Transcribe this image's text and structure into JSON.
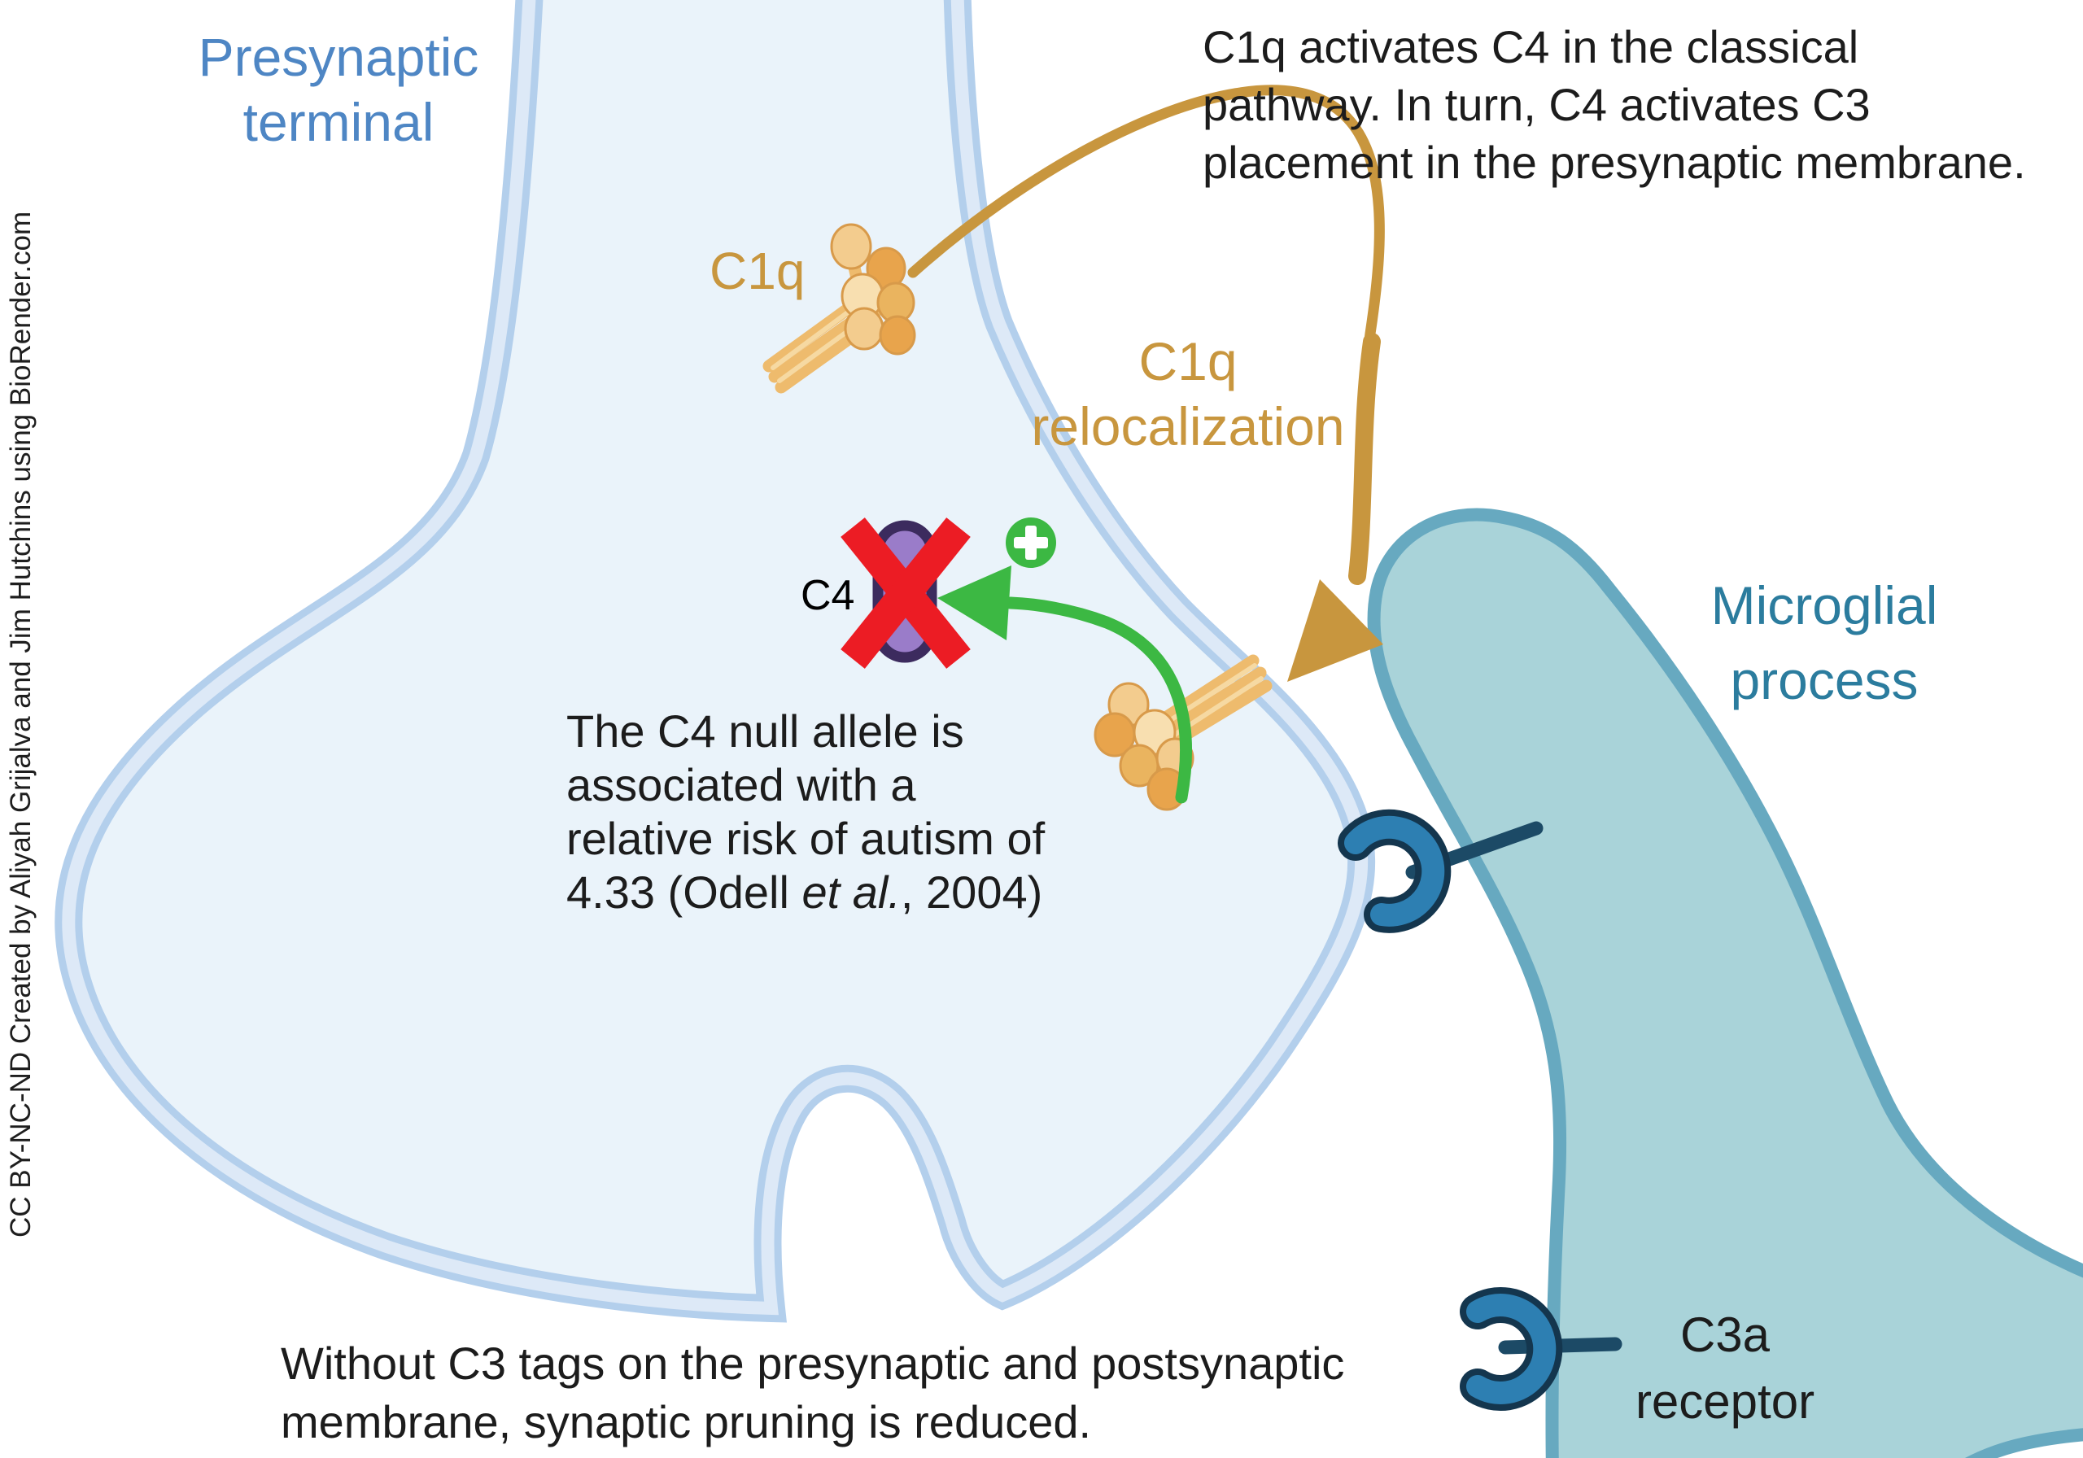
{
  "credit_text": "CC BY-NC-ND Created by Aliyah Grijalva and Jim Hutchins using BioRender.com",
  "labels": {
    "presynaptic_terminal": {
      "line1": "Presynaptic",
      "line2": "terminal"
    },
    "c1q": "C1q",
    "c1q_relocalization": {
      "line1": "C1q",
      "line2": "relocalization"
    },
    "microglial_process": {
      "line1": "Microglial",
      "line2": "process"
    },
    "c3a_receptor": {
      "line1": "C3a",
      "line2": "receptor"
    },
    "c4": "C4"
  },
  "annotations": {
    "classical_pathway": {
      "line1": "C1q activates C4 in the classical",
      "line2": "pathway. In turn, C4 activates C3",
      "line3": "placement in the presynaptic membrane."
    },
    "c4_null_allele": {
      "line1": "The C4 null allele is",
      "line2": "associated with a",
      "line3": "relative risk of autism of",
      "line4_prefix": "4.33 (Odell ",
      "line4_italic": "et al.",
      "line4_suffix": ", 2004)"
    },
    "pruning": {
      "line1": "Without C3 tags on the presynaptic and postsynaptic",
      "line2": "membrane, synaptic pruning is reduced."
    }
  },
  "colors": {
    "presynaptic_fill": "#eaf3fa",
    "presynaptic_membrane": "#b3cfec",
    "presynaptic_membrane_gap": "#dde9f7",
    "presynaptic_label": "#4e86c4",
    "microglia_fill": "#a9d3d9",
    "microglia_border": "#67a9c0",
    "microglia_label": "#2b7c9e",
    "c1q_gold": "#c8963e",
    "c1q_molecule": "#eebb6d",
    "green_accent": "#3cb843",
    "c4_purple": "#9a7cc9",
    "c4_purple_dark": "#3c2b5e",
    "red_x": "#ec1c24",
    "receptor_blue": "#2d7fb2",
    "receptor_dark": "#14364e",
    "text_black": "#1c1c1c"
  }
}
